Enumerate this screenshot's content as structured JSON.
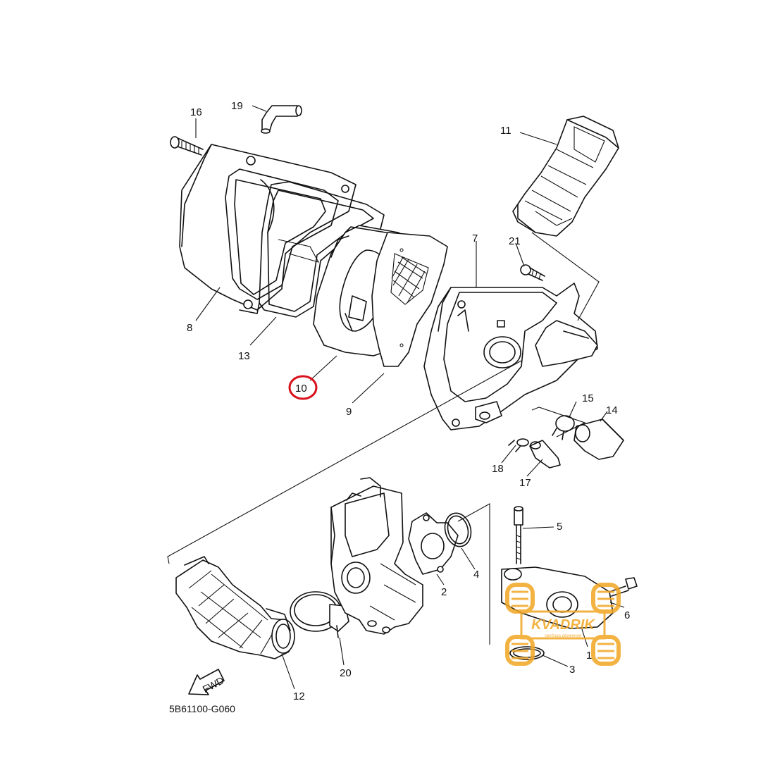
{
  "diagram": {
    "reference_code": "5B61100-G060",
    "fwd_label": "FWD",
    "highlight_color": "#d8111b",
    "highlighted_part": "10",
    "parts": [
      {
        "id": "p1",
        "number": "1"
      },
      {
        "id": "p2",
        "number": "2"
      },
      {
        "id": "p3",
        "number": "3"
      },
      {
        "id": "p4",
        "number": "4"
      },
      {
        "id": "p5",
        "number": "5"
      },
      {
        "id": "p6",
        "number": "6"
      },
      {
        "id": "p7",
        "number": "7"
      },
      {
        "id": "p8",
        "number": "8"
      },
      {
        "id": "p9",
        "number": "9"
      },
      {
        "id": "p10",
        "number": "10"
      },
      {
        "id": "p11",
        "number": "11"
      },
      {
        "id": "p12",
        "number": "12"
      },
      {
        "id": "p13",
        "number": "13"
      },
      {
        "id": "p14",
        "number": "14"
      },
      {
        "id": "p15",
        "number": "15"
      },
      {
        "id": "p16",
        "number": "16"
      },
      {
        "id": "p17",
        "number": "17"
      },
      {
        "id": "p18",
        "number": "18"
      },
      {
        "id": "p19",
        "number": "19"
      },
      {
        "id": "p20",
        "number": "20"
      },
      {
        "id": "p21",
        "number": "21"
      }
    ]
  },
  "watermark": {
    "brand": "KVADRIK",
    "tagline": "свобода движения",
    "color": "#f2a623"
  }
}
